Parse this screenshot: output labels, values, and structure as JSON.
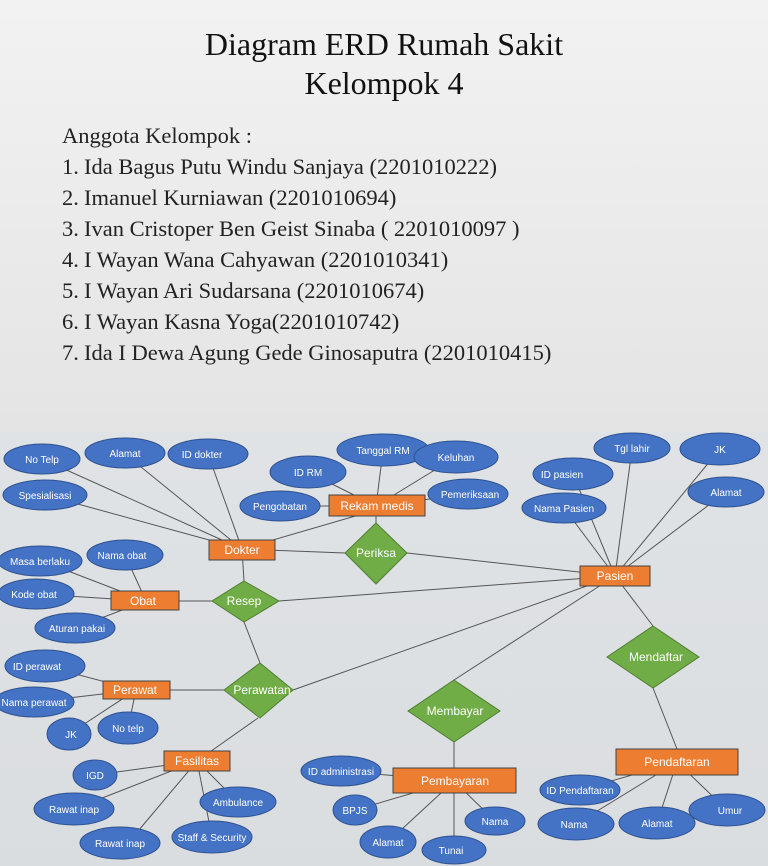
{
  "title_line1": "Diagram ERD Rumah Sakit",
  "title_line2": "Kelompok 4",
  "members_heading": "Anggota Kelompok :",
  "members": [
    "Ida Bagus Putu Windu Sanjaya (2201010222)",
    "Imanuel Kurniawan (2201010694)",
    "Ivan Cristoper Ben Geist Sinaba ( 2201010097 )",
    "I Wayan Wana Cahyawan (2201010341)",
    "I Wayan Ari Sudarsana (2201010674)",
    "I Wayan Kasna Yoga(2201010742)",
    "Ida I Dewa Agung Gede Ginosaputra (2201010415)"
  ],
  "colors": {
    "entity": "#ed7d31",
    "attribute": "#4472c4",
    "relationship": "#70ad47",
    "line": "#555555"
  },
  "entities": {
    "dokter": "Dokter",
    "rekam_medis": "Rekam medis",
    "pasien": "Pasien",
    "obat": "Obat",
    "perawat": "Perawat",
    "fasilitas": "Fasilitas",
    "pembayaran": "Pembayaran",
    "pendaftaran": "Pendaftaran"
  },
  "relationships": {
    "periksa": "Periksa",
    "resep": "Resep",
    "perawatan": "Perawatan",
    "membayar": "Membayar",
    "mendaftar": "Mendaftar"
  },
  "attributes": {
    "no_telp": "No Telp",
    "alamat_dokter": "Alamat",
    "id_dokter": "ID dokter",
    "spesialisasi": "Spesialisasi",
    "tanggal_rm": "Tanggal RM",
    "id_rm": "ID RM",
    "keluhan": "Keluhan",
    "pengobatan": "Pengobatan",
    "pemeriksaan": "Pemeriksaan",
    "tgl_lahir": "Tgl lahir",
    "jk_pasien": "JK",
    "id_pasien": "ID pasien",
    "alamat_pasien": "Alamat",
    "nama_pasien": "Nama Pasien",
    "masa_berlaku": "Masa berlaku",
    "nama_obat": "Nama obat",
    "kode_obat": "Kode obat",
    "aturan_pakai": "Aturan pakai",
    "id_perawat": "ID perawat",
    "nama_perawat": "Nama perawat",
    "jk_perawat": "JK",
    "no_telp_perawat": "No telp",
    "igd": "IGD",
    "rawat_inap1": "Rawat inap",
    "ambulance": "Ambulance",
    "rawat_inap2": "Rawat inap",
    "staff_security": "Staff & Security",
    "id_administrasi": "ID administrasi",
    "bpjs": "BPJS",
    "nama_bayar": "Nama",
    "alamat_bayar": "Alamat",
    "tunai": "Tunai",
    "id_pendaftaran": "ID Pendaftaran",
    "nama_daftar": "Nama",
    "alamat_daftar": "Alamat",
    "umur": "Umur"
  }
}
